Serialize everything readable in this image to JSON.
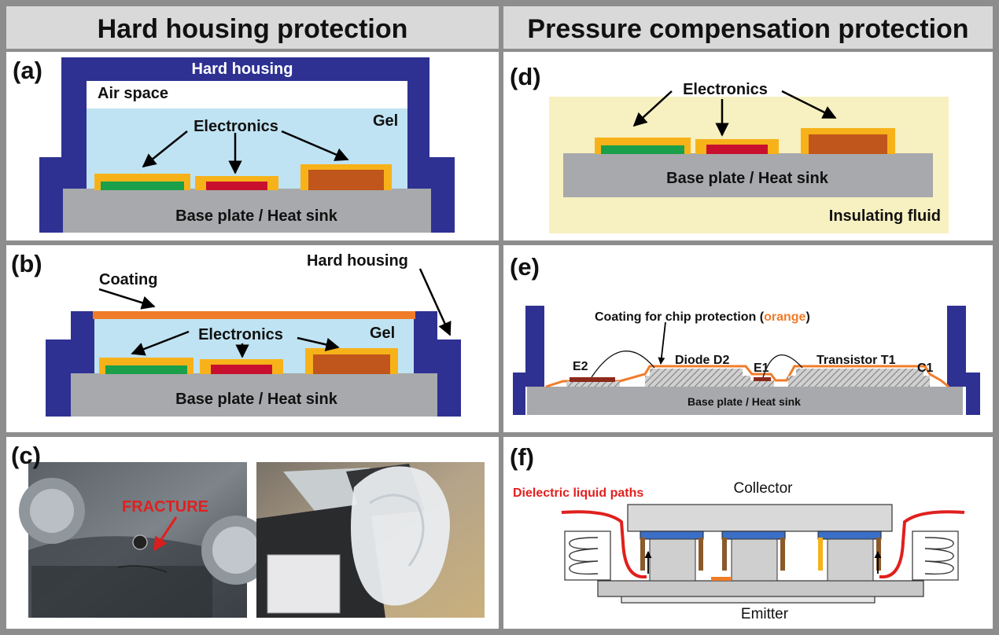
{
  "headers": {
    "left": "Hard housing protection",
    "right": "Pressure compensation protection"
  },
  "panel_a": {
    "label": "(a)",
    "housing": "Hard housing",
    "air": "Air space",
    "gel": "Gel",
    "electronics": "Electronics",
    "base": "Base plate / Heat sink"
  },
  "panel_b": {
    "label": "(b)",
    "coating": "Coating",
    "housing": "Hard housing",
    "gel": "Gel",
    "electronics": "Electronics",
    "base": "Base plate / Heat sink"
  },
  "panel_c": {
    "label": "(c)",
    "fracture": "FRACTURE"
  },
  "panel_d": {
    "label": "(d)",
    "electronics": "Electronics",
    "base": "Base plate / Heat sink",
    "fluid": "Insulating fluid"
  },
  "panel_e": {
    "label": "(e)",
    "coating_prefix": "Coating for chip protection (",
    "coating_color": "orange",
    "coating_suffix": ")",
    "diode": "Diode D2",
    "transistor": "Transistor T1",
    "e1": "E1",
    "e2": "E2",
    "c1": "C1",
    "base": "Base plate / Heat sink"
  },
  "panel_f": {
    "label": "(f)",
    "liquid": "Dielectric liquid paths",
    "collector": "Collector",
    "emitter": "Emitter"
  },
  "colors": {
    "housing": "#2e3192",
    "gel": "#bfe3f2",
    "fluid": "#f7f0c0",
    "base": "#a7a9ac",
    "chip_border": "#f7b21a",
    "chip_green": "#1a9f4a",
    "chip_red": "#c8102e",
    "chip_brown": "#c0561b",
    "coating": "#f07c2a",
    "liquid": "#e0201e"
  }
}
